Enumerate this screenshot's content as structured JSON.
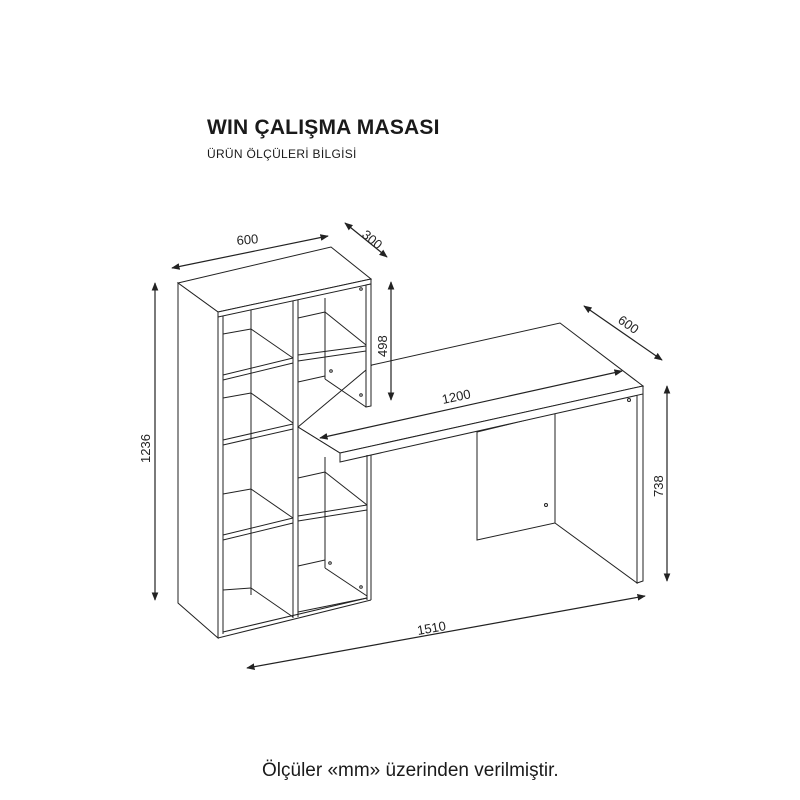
{
  "header": {
    "title": "WIN ÇALIŞMA MASASI",
    "subtitle": "ÜRÜN ÖLÇÜLERİ BİLGİSİ"
  },
  "dimensions": {
    "bookcase_width": "600",
    "bookcase_depth": "300",
    "total_height": "1236",
    "upper_section_height": "498",
    "desk_depth": "600",
    "desk_width": "1200",
    "desk_height": "738",
    "total_width": "1510"
  },
  "footer": {
    "note": "Ölçüler «mm» üzerinden verilmiştir."
  }
}
